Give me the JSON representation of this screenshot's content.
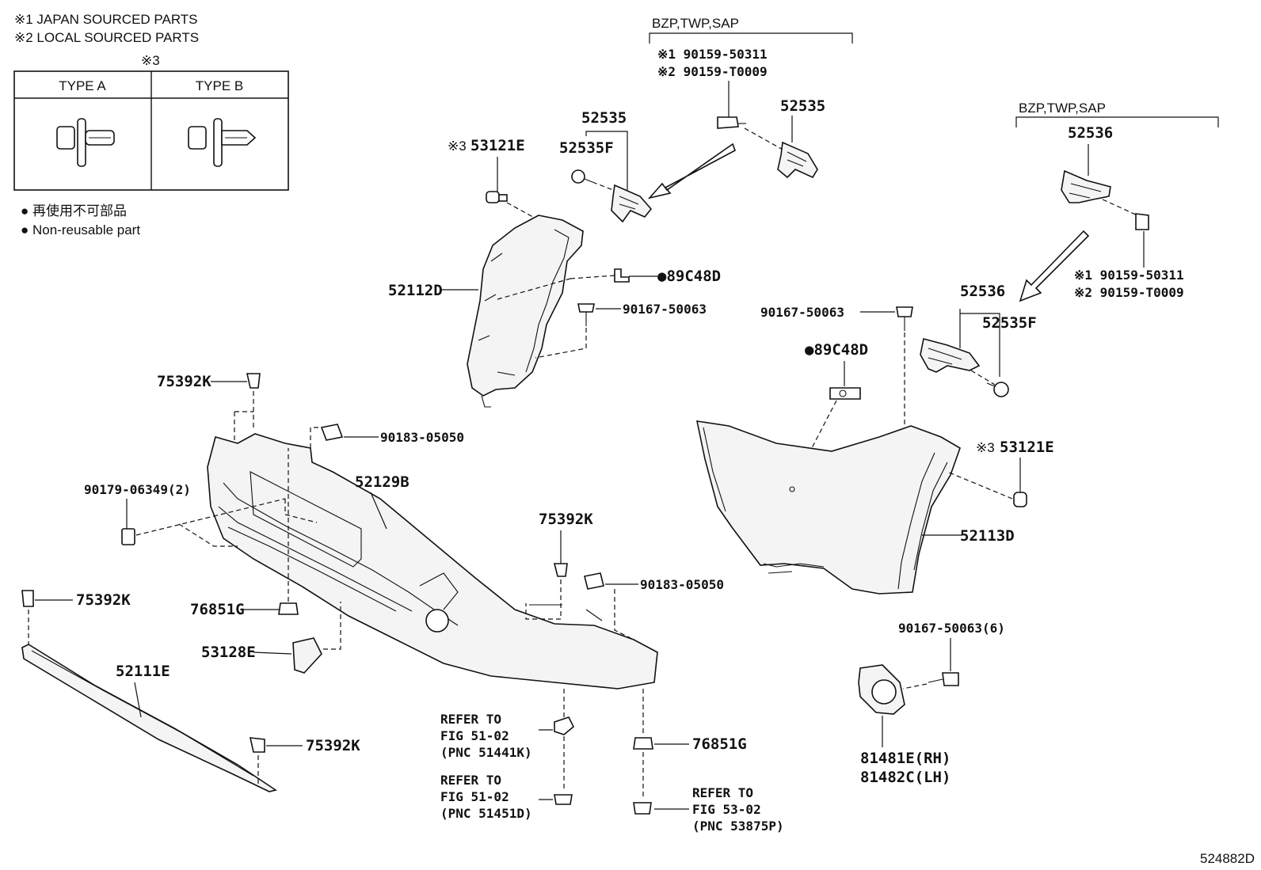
{
  "legend": {
    "note1": "※1 JAPAN SOURCED PARTS",
    "note2": "※2 LOCAL SOURCED PARTS",
    "table_ref": "※3",
    "type_a": "TYPE A",
    "type_b": "TYPE B",
    "nonreusable_jp": "● 再使用不可部品",
    "nonreusable_en": "● Non-reusable part"
  },
  "groups": {
    "left_bzp": "BZP,TWP,SAP",
    "right_bzp": "BZP,TWP,SAP"
  },
  "callouts": {
    "c_52535_top": "52535",
    "c_52535F_left": "52535F",
    "c_52535_group": "52535",
    "c_53121E_left_mark": "※3",
    "c_53121E_left": "53121E",
    "c_901_left_j": "※1 90159-50311",
    "c_901_left_l": "※2 90159-T0009",
    "c_52112D": "52112D",
    "c_89C48D_left": "●89C48D",
    "c_90167_left": "90167-50063",
    "c_52536_top": "52536",
    "c_901_right_j": "※1 90159-50311",
    "c_901_right_l": "※2 90159-T0009",
    "c_52536_group": "52536",
    "c_52535F_right": "52535F",
    "c_90167_right": "90167-50063",
    "c_89C48D_right": "●89C48D",
    "c_53121E_right_mark": "※3",
    "c_53121E_right": "53121E",
    "c_52113D": "52113D",
    "c_75392K_a": "75392K",
    "c_90183_a": "90183-05050",
    "c_90179": "90179-06349(2)",
    "c_52129B": "52129B",
    "c_75392K_b": "75392K",
    "c_90183_b": "90183-05050",
    "c_75392K_c": "75392K",
    "c_76851G_a": "76851G",
    "c_53128E": "53128E",
    "c_52111E": "52111E",
    "c_75392K_d": "75392K",
    "c_76851G_b": "76851G",
    "c_90167_6": "90167-50063(6)",
    "c_81481E": "81481E(RH)",
    "c_81482C": "81482C(LH)"
  },
  "refers": {
    "r1_line1": "REFER TO",
    "r1_line2": "FIG 51-02",
    "r1_line3": "(PNC 51441K)",
    "r2_line1": "REFER TO",
    "r2_line2": "FIG 51-02",
    "r2_line3": "(PNC 51451D)",
    "r3_line1": "REFER TO",
    "r3_line2": "FIG 53-02",
    "r3_line3": "(PNC 53875P)"
  },
  "figure_id": "524882D"
}
